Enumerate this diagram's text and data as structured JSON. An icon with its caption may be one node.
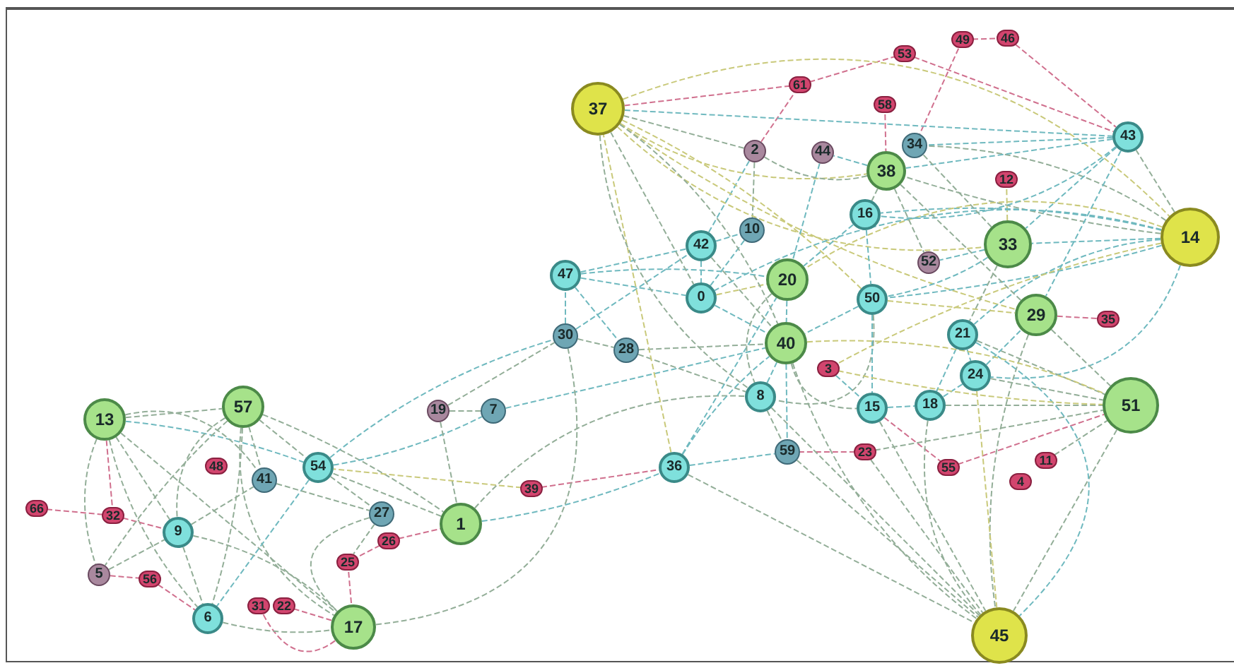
{
  "diagram": {
    "nodes": [
      {
        "text": [
          "46"
        ]
      },
      {
        "text": [
          "49"
        ]
      },
      {
        "text": [
          "53"
        ]
      },
      {
        "text": [
          "61"
        ]
      },
      {
        "text": [
          "37"
        ]
      },
      {
        "text": [
          "58"
        ]
      },
      {
        "text": [
          "43"
        ]
      },
      {
        "text": [
          "2"
        ]
      },
      {
        "text": [
          "44"
        ]
      },
      {
        "text": [
          "34"
        ]
      },
      {
        "text": [
          "38"
        ]
      },
      {
        "text": [
          "12"
        ]
      },
      {
        "text": [
          "10"
        ]
      },
      {
        "text": [
          "16"
        ]
      },
      {
        "text": [
          "14"
        ]
      },
      {
        "text": [
          "42"
        ]
      },
      {
        "text": [
          "33"
        ]
      },
      {
        "text": [
          "52"
        ]
      },
      {
        "text": [
          "47"
        ]
      },
      {
        "text": [
          "20"
        ]
      },
      {
        "text": [
          "0"
        ]
      },
      {
        "text": [
          "50"
        ]
      },
      {
        "text": [
          "29"
        ]
      },
      {
        "text": [
          "35"
        ]
      },
      {
        "text": [
          "30"
        ]
      },
      {
        "text": [
          "28"
        ]
      },
      {
        "text": [
          "21"
        ]
      },
      {
        "text": [
          "40"
        ]
      },
      {
        "text": [
          "24"
        ]
      },
      {
        "text": [
          "3"
        ]
      },
      {
        "text": [
          "8"
        ]
      },
      {
        "text": [
          "51"
        ]
      },
      {
        "text": [
          "15"
        ]
      },
      {
        "text": [
          "18"
        ]
      },
      {
        "text": [
          "13"
        ]
      },
      {
        "text": [
          "57"
        ]
      },
      {
        "text": [
          "19"
        ]
      },
      {
        "text": [
          "7"
        ]
      },
      {
        "text": [
          "36"
        ]
      },
      {
        "text": [
          "59"
        ]
      },
      {
        "text": [
          "23"
        ]
      },
      {
        "text": [
          "48"
        ]
      },
      {
        "text": [
          "54"
        ]
      },
      {
        "text": [
          "55"
        ]
      },
      {
        "text": [
          "11"
        ]
      },
      {
        "text": [
          "41"
        ]
      },
      {
        "text": [
          "4"
        ]
      },
      {
        "text": [
          "39"
        ]
      },
      {
        "text": [
          "66"
        ]
      },
      {
        "text": [
          "32"
        ]
      },
      {
        "text": [
          "27"
        ]
      },
      {
        "text": [
          "1"
        ]
      },
      {
        "text": [
          "9"
        ]
      },
      {
        "text": [
          "26"
        ]
      },
      {
        "text": [
          "5"
        ]
      },
      {
        "text": [
          "56"
        ]
      },
      {
        "text": [
          "25"
        ]
      },
      {
        "text": [
          "31"
        ]
      },
      {
        "text": [
          "22"
        ]
      },
      {
        "text": [
          "6"
        ]
      },
      {
        "text": [
          "17"
        ]
      },
      {
        "text": [
          "45"
        ]
      }
    ],
    "edges": [
      {
        "from": 34,
        "to": 35,
        "arrow": "none"
      },
      {
        "from": 34,
        "to": 42,
        "arrow": "none",
        "color": "#6fb9bf"
      },
      {
        "from": 34,
        "to": 45,
        "arrow": "none"
      },
      {
        "from": 34,
        "to": 52,
        "arrow": "none"
      },
      {
        "from": 34,
        "to": 59,
        "arrow": "none"
      },
      {
        "from": 34,
        "to": 60,
        "arrow": "none"
      },
      {
        "from": 34,
        "to": 54,
        "arrow": "none"
      },
      {
        "from": 34,
        "to": 49,
        "arrow": "none",
        "color": "#d0708e"
      },
      {
        "from": 48,
        "to": 49,
        "arrow": "none",
        "color": "#d0708e"
      },
      {
        "from": 49,
        "to": 52,
        "arrow": "none",
        "color": "#d0708e"
      },
      {
        "from": 35,
        "to": 52,
        "arrow": "none"
      },
      {
        "from": 35,
        "to": 54,
        "arrow": "none"
      },
      {
        "from": 35,
        "to": 59,
        "arrow": "none"
      },
      {
        "from": 35,
        "to": 60,
        "arrow": "none"
      },
      {
        "from": 35,
        "to": 45,
        "arrow": "none"
      },
      {
        "from": 35,
        "to": 42,
        "arrow": "none"
      },
      {
        "from": 35,
        "to": 51,
        "arrow": "none"
      },
      {
        "from": 52,
        "to": 45,
        "arrow": "none"
      },
      {
        "from": 52,
        "to": 59,
        "arrow": "none"
      },
      {
        "from": 52,
        "to": 60,
        "arrow": "none"
      },
      {
        "from": 54,
        "to": 52,
        "arrow": "none"
      },
      {
        "from": 54,
        "to": 55,
        "arrow": "none",
        "color": "#d0708e"
      },
      {
        "from": 55,
        "to": 59,
        "arrow": "none",
        "color": "#d0708e"
      },
      {
        "from": 42,
        "to": 59,
        "arrow": "none",
        "color": "#6fb9bf"
      },
      {
        "from": 42,
        "to": 37,
        "arrow": "none",
        "color": "#6fb9bf"
      },
      {
        "from": 42,
        "to": 24,
        "arrow": "none",
        "color": "#6fb9bf"
      },
      {
        "from": 42,
        "to": 50,
        "arrow": "none"
      },
      {
        "from": 45,
        "to": 50,
        "arrow": "none"
      },
      {
        "from": 57,
        "to": 60,
        "arrow": "none",
        "color": "#d0708e"
      },
      {
        "from": 58,
        "to": 60,
        "arrow": "none",
        "color": "#d0708e"
      },
      {
        "from": 59,
        "to": 60,
        "arrow": "none"
      },
      {
        "from": 50,
        "to": 56,
        "arrow": "none"
      },
      {
        "from": 50,
        "to": 60,
        "arrow": "none"
      },
      {
        "from": 53,
        "to": 51,
        "arrow": "none",
        "color": "#d0708e"
      },
      {
        "from": 56,
        "to": 60,
        "arrow": "none",
        "color": "#d0708e"
      },
      {
        "from": 53,
        "to": 56,
        "arrow": "none",
        "color": "#d0708e"
      },
      {
        "from": 36,
        "to": 37,
        "arrow": "none"
      },
      {
        "from": 36,
        "to": 51,
        "arrow": "none"
      },
      {
        "from": 36,
        "to": 24,
        "arrow": "none"
      },
      {
        "from": 37,
        "to": 27,
        "arrow": "none",
        "color": "#6fb9bf"
      },
      {
        "from": 51,
        "to": 38,
        "arrow": "none",
        "color": "#6fb9bf"
      },
      {
        "from": 47,
        "to": 38,
        "arrow": "none",
        "color": "#d0708e"
      },
      {
        "from": 47,
        "to": 42,
        "arrow": "none",
        "color": "#c9c97a"
      },
      {
        "from": 51,
        "to": 42,
        "arrow": "none"
      },
      {
        "from": 60,
        "to": 24,
        "arrow": "none"
      },
      {
        "from": 51,
        "to": 30,
        "arrow": "none"
      },
      {
        "from": 24,
        "to": 18,
        "arrow": "none",
        "color": "#6fb9bf"
      },
      {
        "from": 24,
        "to": 25,
        "arrow": "none"
      },
      {
        "from": 24,
        "to": 15,
        "arrow": "none",
        "color": "#6fb9bf"
      },
      {
        "from": 18,
        "to": 15,
        "arrow": "none",
        "color": "#6fb9bf"
      },
      {
        "from": 18,
        "to": 20,
        "arrow": "none",
        "color": "#6fb9bf"
      },
      {
        "from": 18,
        "to": 19,
        "arrow": "none",
        "color": "#6fb9bf"
      },
      {
        "from": 18,
        "to": 25,
        "arrow": "none",
        "color": "#6fb9bf"
      },
      {
        "from": 25,
        "to": 30,
        "arrow": "none"
      },
      {
        "from": 25,
        "to": 27,
        "arrow": "none"
      },
      {
        "from": 38,
        "to": 4,
        "arrow": "none",
        "color": "#c9c97a"
      },
      {
        "from": 38,
        "to": 27,
        "arrow": "none",
        "color": "#6fb9bf"
      },
      {
        "from": 38,
        "to": 39,
        "arrow": "none",
        "color": "#6fb9bf"
      },
      {
        "from": 38,
        "to": 19,
        "arrow": "none",
        "color": "#6fb9bf"
      },
      {
        "from": 15,
        "to": 12,
        "arrow": "none",
        "color": "#6fb9bf"
      },
      {
        "from": 15,
        "to": 20,
        "arrow": "none",
        "color": "#6fb9bf"
      },
      {
        "from": 15,
        "to": 7,
        "arrow": "none",
        "color": "#6fb9bf"
      },
      {
        "from": 15,
        "to": 27,
        "arrow": "none"
      },
      {
        "from": 20,
        "to": 12,
        "arrow": "none",
        "color": "#6fb9bf"
      },
      {
        "from": 20,
        "to": 27,
        "arrow": "none",
        "color": "#6fb9bf"
      },
      {
        "from": 20,
        "to": 19,
        "arrow": "none",
        "color": "#c9c97a"
      },
      {
        "from": 7,
        "to": 12,
        "arrow": "none"
      },
      {
        "from": 7,
        "to": 3,
        "arrow": "none",
        "color": "#d0708e"
      },
      {
        "from": 3,
        "to": 4,
        "arrow": "none",
        "color": "#d0708e"
      },
      {
        "from": 3,
        "to": 2,
        "arrow": "none",
        "color": "#d0708e"
      },
      {
        "from": 2,
        "to": 6,
        "arrow": "none",
        "color": "#d0708e"
      },
      {
        "from": 1,
        "to": 0,
        "arrow": "none",
        "color": "#d0708e"
      },
      {
        "from": 1,
        "to": 9,
        "arrow": "none",
        "color": "#d0708e"
      },
      {
        "from": 0,
        "to": 6,
        "arrow": "none",
        "color": "#d0708e"
      },
      {
        "from": 5,
        "to": 10,
        "arrow": "none",
        "color": "#d0708e"
      },
      {
        "from": 11,
        "to": 16,
        "arrow": "none",
        "color": "#c9c97a"
      },
      {
        "from": 22,
        "to": 23,
        "arrow": "none",
        "color": "#d0708e"
      },
      {
        "from": 29,
        "to": 32,
        "arrow": "none",
        "color": "#6fb9bf"
      },
      {
        "from": 40,
        "to": 39,
        "arrow": "none",
        "color": "#d0708e"
      },
      {
        "from": 40,
        "to": 31,
        "arrow": "none"
      },
      {
        "from": 32,
        "to": 43,
        "arrow": "none",
        "color": "#d0708e"
      },
      {
        "from": 43,
        "to": 31,
        "arrow": "none",
        "color": "#d0708e"
      },
      {
        "from": 44,
        "to": 31,
        "arrow": "none"
      },
      {
        "from": 4,
        "to": 6,
        "arrow": "none",
        "color": "#6fb9bf"
      },
      {
        "from": 4,
        "to": 14,
        "arrow": "none",
        "color": "#c9c97a"
      },
      {
        "from": 4,
        "to": 16,
        "arrow": "none",
        "color": "#c9c97a"
      },
      {
        "from": 4,
        "to": 10,
        "arrow": "none",
        "color": "#c9c97a"
      },
      {
        "from": 4,
        "to": 21,
        "arrow": "none",
        "color": "#c9c97a"
      },
      {
        "from": 4,
        "to": 22,
        "arrow": "none",
        "color": "#c9c97a"
      },
      {
        "from": 4,
        "to": 27,
        "arrow": "none"
      },
      {
        "from": 4,
        "to": 30,
        "arrow": "none"
      },
      {
        "from": 4,
        "to": 20,
        "arrow": "none"
      },
      {
        "from": 4,
        "to": 7,
        "arrow": "none"
      },
      {
        "from": 14,
        "to": 6,
        "arrow": "none"
      },
      {
        "from": 14,
        "to": 9,
        "arrow": "none"
      },
      {
        "from": 14,
        "to": 10,
        "arrow": "none"
      },
      {
        "from": 14,
        "to": 16,
        "arrow": "none",
        "color": "#6fb9bf"
      },
      {
        "from": 14,
        "to": 13,
        "arrow": "none",
        "color": "#6fb9bf"
      },
      {
        "from": 14,
        "to": 21,
        "arrow": "none",
        "color": "#6fb9bf"
      },
      {
        "from": 14,
        "to": 26,
        "arrow": "none",
        "color": "#6fb9bf"
      },
      {
        "from": 14,
        "to": 28,
        "arrow": "none",
        "color": "#6fb9bf"
      },
      {
        "from": 14,
        "to": 29,
        "arrow": "none",
        "color": "#c9c97a"
      },
      {
        "from": 14,
        "to": 19,
        "arrow": "none",
        "color": "#c9c97a"
      },
      {
        "from": 14,
        "to": 20,
        "arrow": "none",
        "color": "#6fb9bf"
      },
      {
        "from": 6,
        "to": 13,
        "arrow": "none",
        "color": "#6fb9bf"
      },
      {
        "from": 6,
        "to": 16,
        "arrow": "none",
        "color": "#6fb9bf"
      },
      {
        "from": 6,
        "to": 22,
        "arrow": "none",
        "color": "#6fb9bf"
      },
      {
        "from": 6,
        "to": 10,
        "arrow": "none",
        "color": "#6fb9bf"
      },
      {
        "from": 6,
        "to": 9,
        "arrow": "none",
        "color": "#6fb9bf"
      },
      {
        "from": 16,
        "to": 17,
        "arrow": "none",
        "color": "#6fb9bf"
      },
      {
        "from": 16,
        "to": 21,
        "arrow": "none",
        "color": "#6fb9bf"
      },
      {
        "from": 16,
        "to": 26,
        "arrow": "none"
      },
      {
        "from": 16,
        "to": 9,
        "arrow": "none"
      },
      {
        "from": 10,
        "to": 8,
        "arrow": "none",
        "color": "#6fb9bf"
      },
      {
        "from": 10,
        "to": 13,
        "arrow": "none"
      },
      {
        "from": 10,
        "to": 17,
        "arrow": "none"
      },
      {
        "from": 10,
        "to": 7,
        "arrow": "none"
      },
      {
        "from": 10,
        "to": 22,
        "arrow": "none"
      },
      {
        "from": 13,
        "to": 21,
        "arrow": "none",
        "color": "#6fb9bf"
      },
      {
        "from": 13,
        "to": 19,
        "arrow": "none",
        "color": "#6fb9bf"
      },
      {
        "from": 8,
        "to": 19,
        "arrow": "none",
        "color": "#6fb9bf"
      },
      {
        "from": 21,
        "to": 27,
        "arrow": "none",
        "color": "#6fb9bf"
      },
      {
        "from": 21,
        "to": 30,
        "arrow": "none"
      },
      {
        "from": 21,
        "to": 32,
        "arrow": "none",
        "color": "#6fb9bf"
      },
      {
        "from": 21,
        "to": 22,
        "arrow": "none",
        "color": "#c9c97a"
      },
      {
        "from": 19,
        "to": 27,
        "arrow": "none",
        "color": "#6fb9bf"
      },
      {
        "from": 19,
        "to": 30,
        "arrow": "none"
      },
      {
        "from": 27,
        "to": 30,
        "arrow": "none",
        "color": "#6fb9bf"
      },
      {
        "from": 27,
        "to": 32,
        "arrow": "none"
      },
      {
        "from": 27,
        "to": 39,
        "arrow": "none",
        "color": "#6fb9bf"
      },
      {
        "from": 27,
        "to": 61,
        "arrow": "none"
      },
      {
        "from": 30,
        "to": 39,
        "arrow": "none"
      },
      {
        "from": 30,
        "to": 61,
        "arrow": "none"
      },
      {
        "from": 39,
        "to": 61,
        "arrow": "none"
      },
      {
        "from": 26,
        "to": 28,
        "arrow": "none",
        "color": "#6fb9bf"
      },
      {
        "from": 26,
        "to": 33,
        "arrow": "none",
        "color": "#6fb9bf"
      },
      {
        "from": 26,
        "to": 31,
        "arrow": "none"
      },
      {
        "from": 28,
        "to": 33,
        "arrow": "none",
        "color": "#6fb9bf"
      },
      {
        "from": 28,
        "to": 22,
        "arrow": "none",
        "color": "#6fb9bf"
      },
      {
        "from": 28,
        "to": 31,
        "arrow": "none"
      },
      {
        "from": 32,
        "to": 33,
        "arrow": "none",
        "color": "#6fb9bf"
      },
      {
        "from": 22,
        "to": 31,
        "arrow": "none"
      },
      {
        "from": 22,
        "to": 61,
        "arrow": "none"
      },
      {
        "from": 33,
        "to": 31,
        "arrow": "none"
      },
      {
        "from": 31,
        "to": 61,
        "arrow": "none"
      },
      {
        "from": 32,
        "to": 61,
        "arrow": "none"
      },
      {
        "from": 33,
        "to": 61,
        "arrow": "none"
      },
      {
        "from": 40,
        "to": 61,
        "arrow": "none"
      },
      {
        "from": 26,
        "to": 61,
        "arrow": "none",
        "color": "#6fb9bf"
      },
      {
        "from": 28,
        "to": 61,
        "arrow": "none",
        "color": "#c9c97a"
      },
      {
        "from": 27,
        "to": 31,
        "arrow": "none",
        "color": "#c9c97a"
      },
      {
        "from": 29,
        "to": 31,
        "arrow": "none",
        "color": "#c9c97a"
      },
      {
        "from": 38,
        "to": 61,
        "arrow": "none"
      }
    ]
  }
}
